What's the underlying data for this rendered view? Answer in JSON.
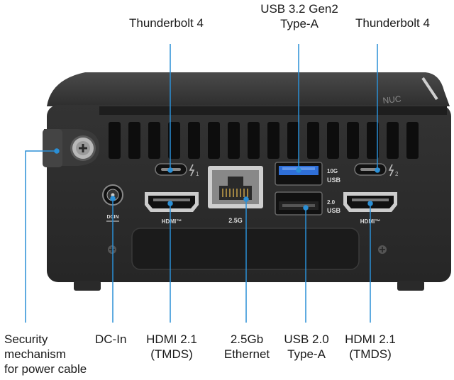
{
  "labels": {
    "tb4_left": "Thunderbolt 4",
    "usb32": [
      "USB 3.2 Gen2",
      "Type-A"
    ],
    "tb4_right": "Thunderbolt 4",
    "security": [
      "Security",
      "mechanism",
      "for power cable"
    ],
    "dcin": "DC-In",
    "hdmi_left": [
      "HDMI 2.1",
      "(TMDS)"
    ],
    "ethernet": [
      "2.5Gb",
      "Ethernet"
    ],
    "usb20": [
      "USB 2.0",
      "Type-A"
    ],
    "hdmi_right": [
      "HDMI 2.1",
      "(TMDS)"
    ]
  },
  "device_marks": {
    "tb_left_num": "1",
    "tb_right_num": "2",
    "usb10g_a": "10G",
    "usb10g_b": "USB",
    "usb20_a": "2.0",
    "usb20_b": "USB",
    "dcin_mark": "DCIN",
    "lan_speed": "2.5G",
    "hdmi_logo": "HDMI™",
    "brand": "NUC"
  },
  "colors": {
    "callout": "#2a8fd6",
    "body": "#2b2b2b",
    "usb3_blue": "#2f6fd8"
  }
}
